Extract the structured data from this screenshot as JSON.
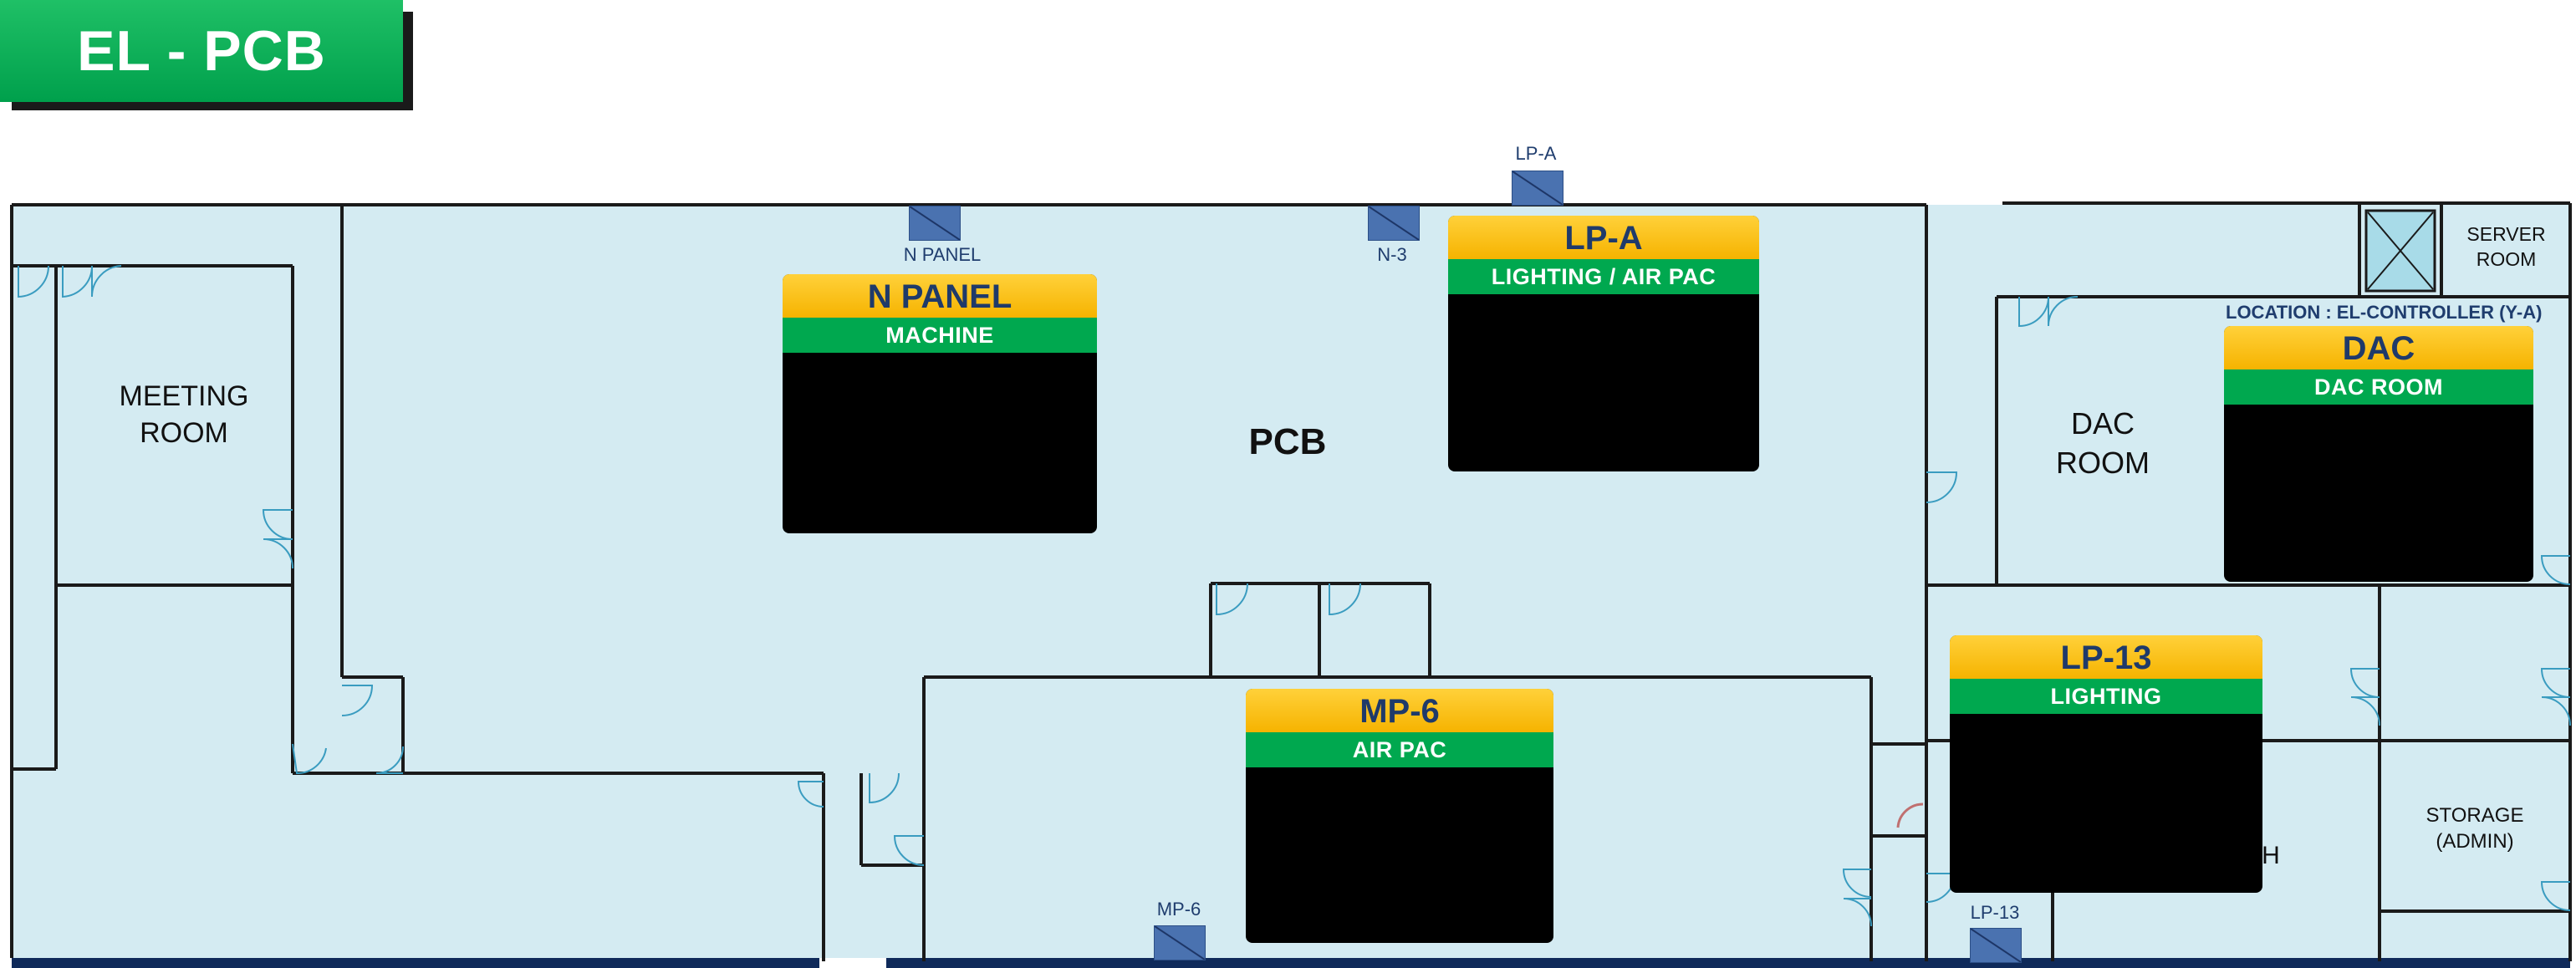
{
  "title": "EL - PCB",
  "rooms": {
    "pcb": "PCB",
    "meeting_room": [
      "MEETING",
      "ROOM"
    ],
    "dac_room": [
      "DAC",
      "ROOM"
    ],
    "server_room": [
      "SERVER",
      "ROOM"
    ],
    "storage": [
      "STORAGE",
      "(ADMIN)"
    ],
    "partial_label": "H"
  },
  "location_note": "LOCATION : EL-CONTROLLER (Y-A)",
  "panel_markers": [
    {
      "id": "lp-a",
      "label": "LP-A"
    },
    {
      "id": "n-panel",
      "label": "N PANEL"
    },
    {
      "id": "n-3",
      "label": "N-3"
    },
    {
      "id": "mp-6",
      "label": "MP-6"
    },
    {
      "id": "lp-13",
      "label": "LP-13"
    }
  ],
  "cards": [
    {
      "id": "n-panel",
      "title": "N PANEL",
      "subtitle": "MACHINE"
    },
    {
      "id": "lp-a",
      "title": "LP-A",
      "subtitle": "LIGHTING / AIR PAC"
    },
    {
      "id": "dac",
      "title": "DAC",
      "subtitle": "DAC ROOM"
    },
    {
      "id": "lp-13",
      "title": "LP-13",
      "subtitle": "LIGHTING"
    },
    {
      "id": "mp-6",
      "title": "MP-6",
      "subtitle": "AIR PAC"
    }
  ],
  "colors": {
    "floor": "#d4ebf2",
    "wall": "#1a1a1a",
    "title_badge": "#00a84f",
    "card_title": "#f6b300",
    "card_subtitle": "#00a84f",
    "panel_marker": "#4a72b0"
  }
}
